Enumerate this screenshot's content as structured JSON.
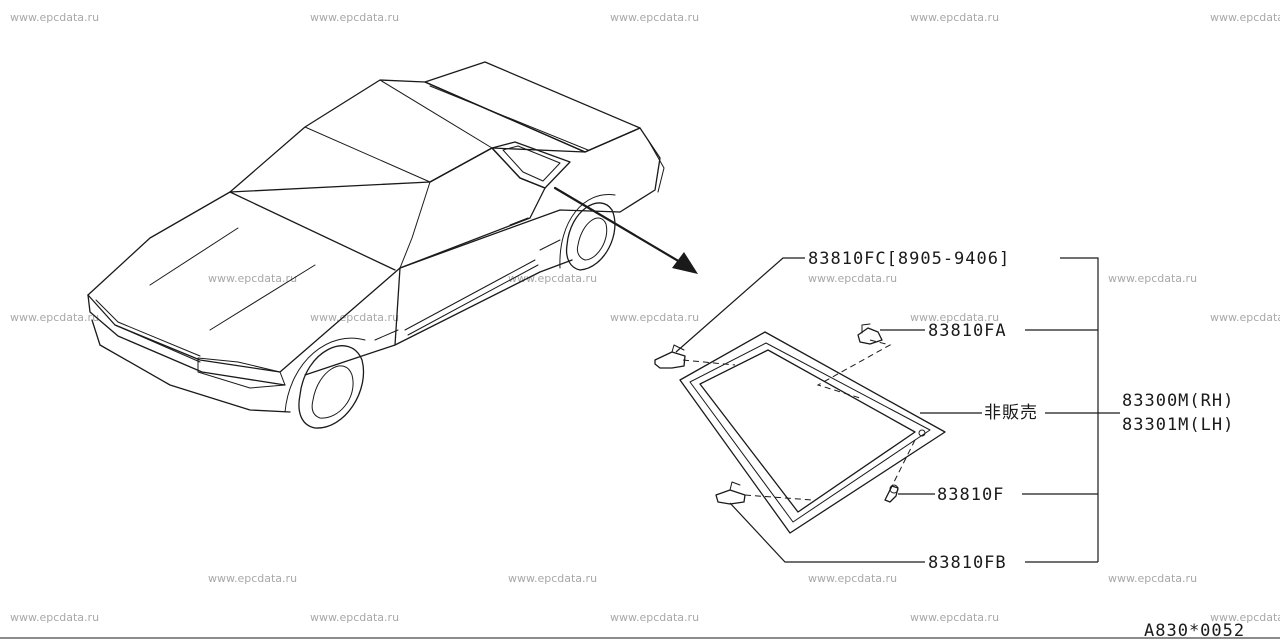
{
  "watermark": "www.epcdata.ru",
  "callouts": {
    "clip_fc": "83810FC[8905-9406]",
    "clip_fa": "83810FA",
    "not_for_sale": "非販売",
    "glass_rh": "83300M(RH)",
    "glass_lh": "83301M(LH)",
    "clip_f": "83810F",
    "clip_fb": "83810FB"
  },
  "drawing_code": "A830*0052"
}
